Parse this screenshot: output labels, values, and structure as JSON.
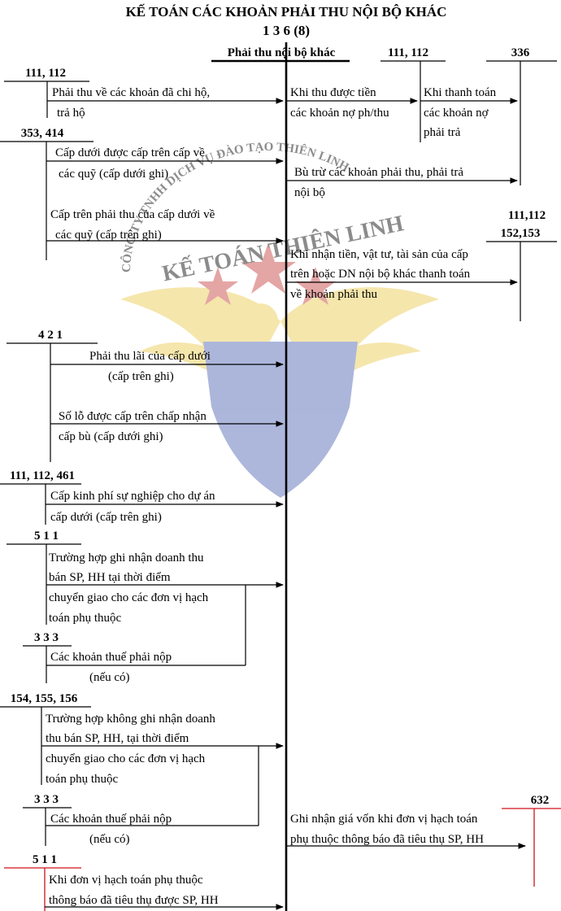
{
  "title": {
    "line1": "KẾ TOÁN CÁC KHOẢN PHẢI THU NỘI BỘ KHÁC",
    "line2": "1 3 6 (8)"
  },
  "center_account": "Phải thu nội bộ khác",
  "watermark": {
    "arc": "CÔNG TY TNHH DỊCH VỤ ĐÀO TẠO THIÊN LINH",
    "name": "KẾ TOÁN THIÊN LINH",
    "colors": {
      "text": "#7f86c4",
      "star": "#c53a3a",
      "shield": "#4a5fb0",
      "wing": "#e9c84a"
    }
  },
  "accounts": {
    "a111_112_left": "111, 112",
    "a353_414": "353, 414",
    "a421": "4 2 1",
    "a111_112_461": "111, 112, 461",
    "a511_a": "5 1 1",
    "a333_a": "3 3 3",
    "a154_155_156": "154, 155, 156",
    "a333_b": "3 3 3",
    "a511_b": "5 1 1",
    "a111_112_right": "111, 112",
    "a336": "336",
    "a111112": "111,112",
    "a152153": "152,153",
    "a632": "632"
  },
  "entries": {
    "e1": [
      "Phải thu về các khoản đã chi hộ,",
      "trả hộ"
    ],
    "e2": [
      "Cấp dưới được cấp trên cấp về",
      "các quỹ (cấp dưới ghi)"
    ],
    "e3": [
      "Cấp trên phải thu của cấp dưới về",
      "các quỹ  (cấp trên ghi)"
    ],
    "e4": [
      "Phải thu lãi của cấp dưới",
      "(cấp trên ghi)"
    ],
    "e5": [
      "Số lỗ được cấp trên chấp nhận",
      "cấp bù (cấp dưới ghi)"
    ],
    "e6": [
      "Cấp kinh phí sự nghiệp cho dự án",
      "cấp dưới  (cấp trên ghi)"
    ],
    "e7": [
      "Trường hợp ghi nhận doanh thu",
      "bán SP, HH tại thời điểm",
      "chuyển giao cho các đơn vị hạch",
      "toán phụ thuộc"
    ],
    "e8": [
      "Các khoản thuế phải nộp",
      "(nếu có)"
    ],
    "e9": [
      "Trường hợp không ghi nhận doanh",
      "thu bán SP, HH, tại thời điểm",
      "chuyển giao cho các đơn vị hạch",
      "toán phụ thuộc"
    ],
    "e10": [
      "Các khoản thuế phải nộp",
      "(nếu có)"
    ],
    "e11": [
      "Khi đơn vị hạch toán phụ thuộc",
      "thông báo đã tiêu thụ được SP, HH"
    ],
    "r1": [
      "Khi thu được tiền",
      "các khoản nợ ph/thu"
    ],
    "r2": [
      "Khi thanh toán",
      "các khoản nợ",
      "phải trả"
    ],
    "r3": [
      "Bù trừ các khoản phải thu, phải trả",
      "nội bộ"
    ],
    "r4": [
      "Khi nhận tiền, vật tư, tài sản của cấp",
      "trên hoặc DN nội bộ khác thanh toán",
      "về khoản phải thu"
    ],
    "r5": [
      "Ghi nhận giá vốn khi đơn vị hạch toán",
      "phụ thuộc thông báo đã tiêu thụ SP, HH"
    ]
  }
}
